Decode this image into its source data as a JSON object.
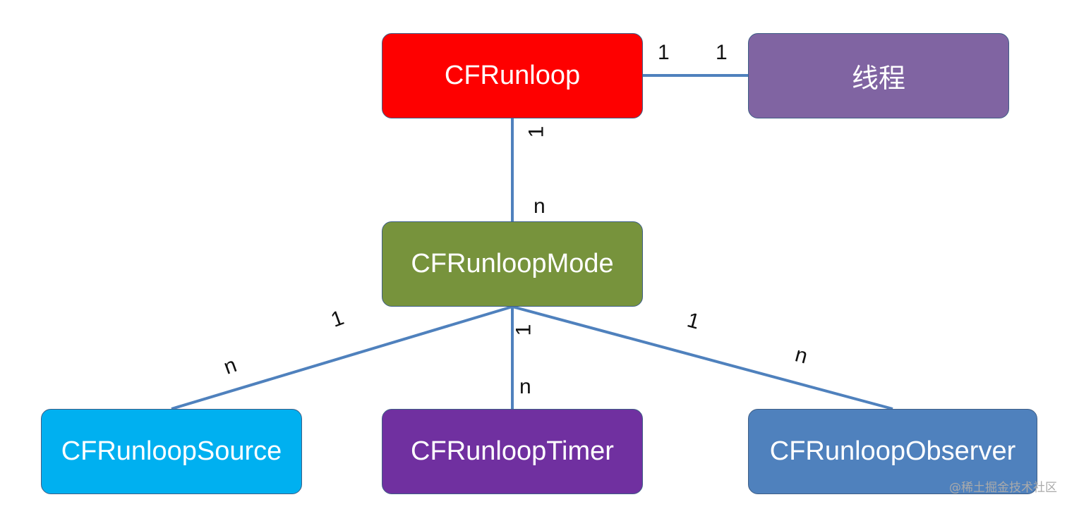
{
  "nodes": {
    "runloop": {
      "label": "CFRunloop",
      "color": "#fe0000"
    },
    "thread": {
      "label": "线程",
      "color": "#8064a2"
    },
    "mode": {
      "label": "CFRunloopMode",
      "color": "#77933c"
    },
    "source": {
      "label": "CFRunloopSource",
      "color": "#00b0f0"
    },
    "timer": {
      "label": "CFRunloopTimer",
      "color": "#7030a0"
    },
    "observer": {
      "label": "CFRunloopObserver",
      "color": "#4f81bd"
    }
  },
  "edges": {
    "runloop_thread": {
      "from_mult": "1",
      "to_mult": "1"
    },
    "runloop_mode": {
      "from_mult": "1",
      "to_mult": "n"
    },
    "mode_source": {
      "from_mult": "1",
      "to_mult": "n"
    },
    "mode_timer": {
      "from_mult": "1",
      "to_mult": "n"
    },
    "mode_observer": {
      "from_mult": "1",
      "to_mult": "n"
    }
  },
  "line_color": "#4f81bd",
  "watermark": "@稀土掘金技术社区"
}
